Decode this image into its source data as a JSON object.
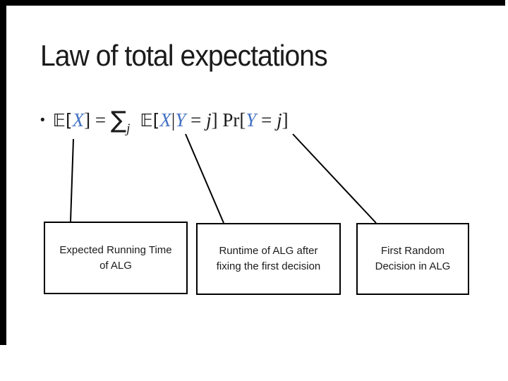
{
  "slide": {
    "title": "Law of total expectations",
    "bullet_glyph": "•",
    "formula": {
      "E_open_1": "𝔼[",
      "X_1": "X",
      "close_eq_1": "] = ",
      "sum_glyph": "∑",
      "sum_subscript": "j",
      "E_open_2": "𝔼[",
      "X_2": "X",
      "cond_bar": "|",
      "Y_1": "Y",
      "eq_1": " = ",
      "j_1": "j",
      "close_2": "] ",
      "pr_open": "Pr[",
      "Y_2": "Y",
      "eq_2": " = ",
      "j_2": "j",
      "close_3": "]"
    },
    "callout_boxes": [
      {
        "line1": "Expected Running Time",
        "line2": "of ALG"
      },
      {
        "line1": "Runtime of ALG after",
        "line2": "fixing the first decision"
      },
      {
        "line1": "First Random",
        "line2": "Decision in ALG"
      }
    ],
    "colors": {
      "variable_blue": "#4472C4",
      "text": "#1b1b1b",
      "connector_line": "#000000",
      "edge_bar": "#000000"
    }
  }
}
